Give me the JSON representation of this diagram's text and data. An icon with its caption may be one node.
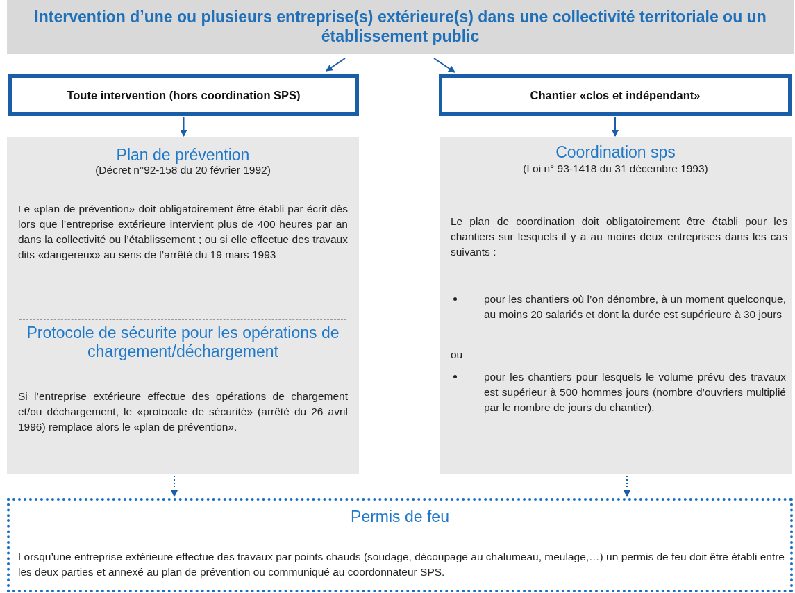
{
  "diagram": {
    "nodes": [
      {
        "text": [
          "Intervention d’une ou plusieurs entreprise(s) extérieure(s) dans une collectivité territoriale ou un établissement public"
        ]
      },
      {
        "text": [
          "Toute intervention (hors coordination SPS)"
        ]
      },
      {
        "text": [
          "Chantier «clos et indépendant»"
        ]
      },
      {
        "text": [
          "Plan de prévention",
          "(Décret n°92-158 du 20 février 1992)",
          "Le «plan de prévention» doit obligatoirement être établi par écrit dès lors que l’entreprise extérieure intervient plus de 400 heures par an dans la collectivité ou l’établissement ; ou si elle effectue des travaux dits «dangereux» au sens de l’arrêté du 19 mars 1993",
          "Protocole de sécurite pour les opérations de chargement/déchargement",
          "Si l’entreprise extérieure effectue des opérations de chargement et/ou déchargement, le «protocole de sécurité» (arrêté du 26 avril 1996) remplace alors le «plan de prévention»."
        ]
      },
      {
        "text": [
          "Coordination sps",
          "(Loi n° 93-1418 du 31 décembre 1993)",
          "Le plan de coordination doit obligatoirement être établi pour les chantiers sur lesquels il y a au moins deux entreprises dans les cas suivants :",
          "pour les chantiers où l’on dénombre, à un moment quelconque, au moins 20 salariés et dont la durée est supérieure à 30 jours",
          "ou",
          "pour les chantiers pour lesquels le volume prévu des travaux est supérieur à 500 hommes jours (nombre d’ouvriers multiplié par le nombre de jours du chantier)."
        ]
      },
      {
        "text": [
          "Permis de feu",
          "Lorsqu’une entreprise extérieure effectue des travaux par points chauds (soudage, découpage au chalumeau, meulage,…) un permis de feu doit être établi entre les deux parties et annexé au plan de prévention ou communiqué au coordonnateur SPS."
        ]
      }
    ],
    "edges": [
      {
        "from": 0,
        "to": 1,
        "arrow": "to"
      },
      {
        "from": 0,
        "to": 2,
        "arrow": "to"
      },
      {
        "from": 1,
        "to": 3,
        "arrow": "to"
      },
      {
        "from": 2,
        "to": 4,
        "arrow": "to"
      },
      {
        "from": 3,
        "to": 5,
        "arrow": "to",
        "style": "dashed"
      },
      {
        "from": 4,
        "to": 5,
        "arrow": "to",
        "style": "dashed"
      }
    ]
  }
}
